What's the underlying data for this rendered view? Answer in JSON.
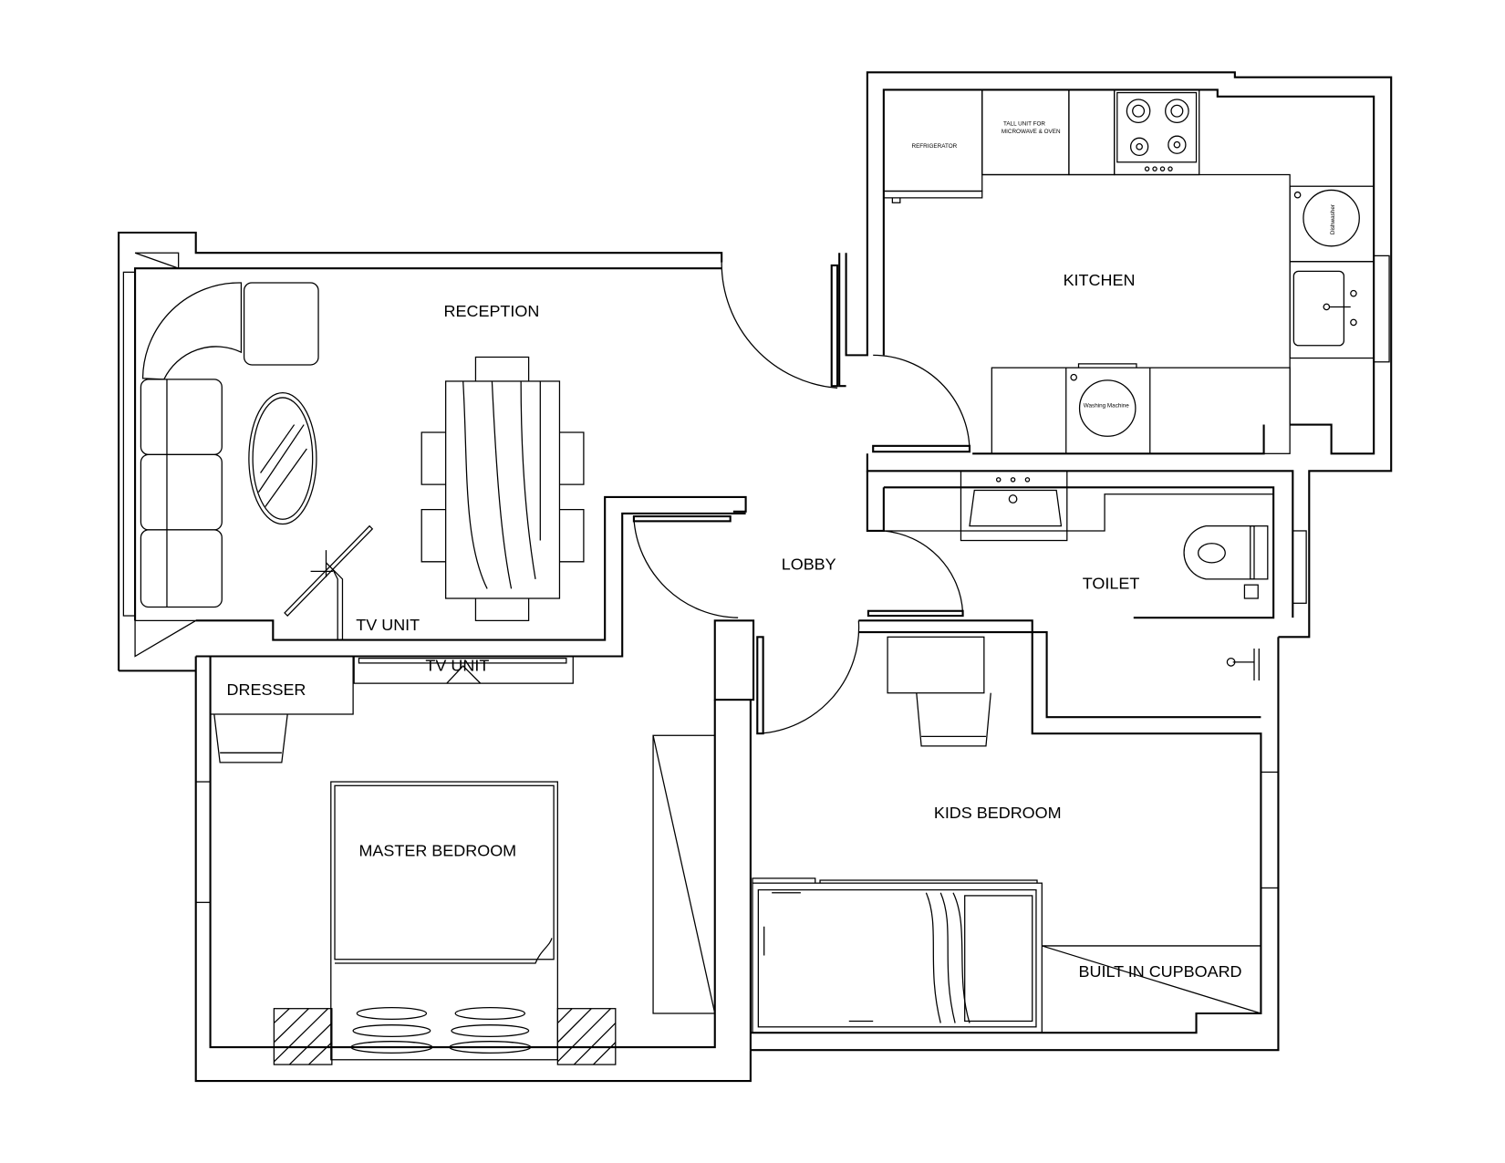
{
  "rooms": {
    "reception": "RECEPTION",
    "lobby": "LOBBY",
    "kitchen": "KITCHEN",
    "toilet": "TOILET",
    "master_bedroom": "MASTER BEDROOM",
    "kids_bedroom": "KIDS BEDROOM"
  },
  "furniture": {
    "tv_unit_reception": "TV UNIT",
    "tv_unit_bedroom": "TV UNIT",
    "dresser": "DRESSER",
    "built_in_cupboard": "BUILT IN CUPBOARD",
    "refrigerator": "REFRIGERATOR",
    "tall_unit_line1": "TALL UNIT FOR",
    "tall_unit_line2": "MICROWAVE & OVEN",
    "dishwasher": "Dishwasher",
    "washing_machine": "Washing Machine"
  }
}
